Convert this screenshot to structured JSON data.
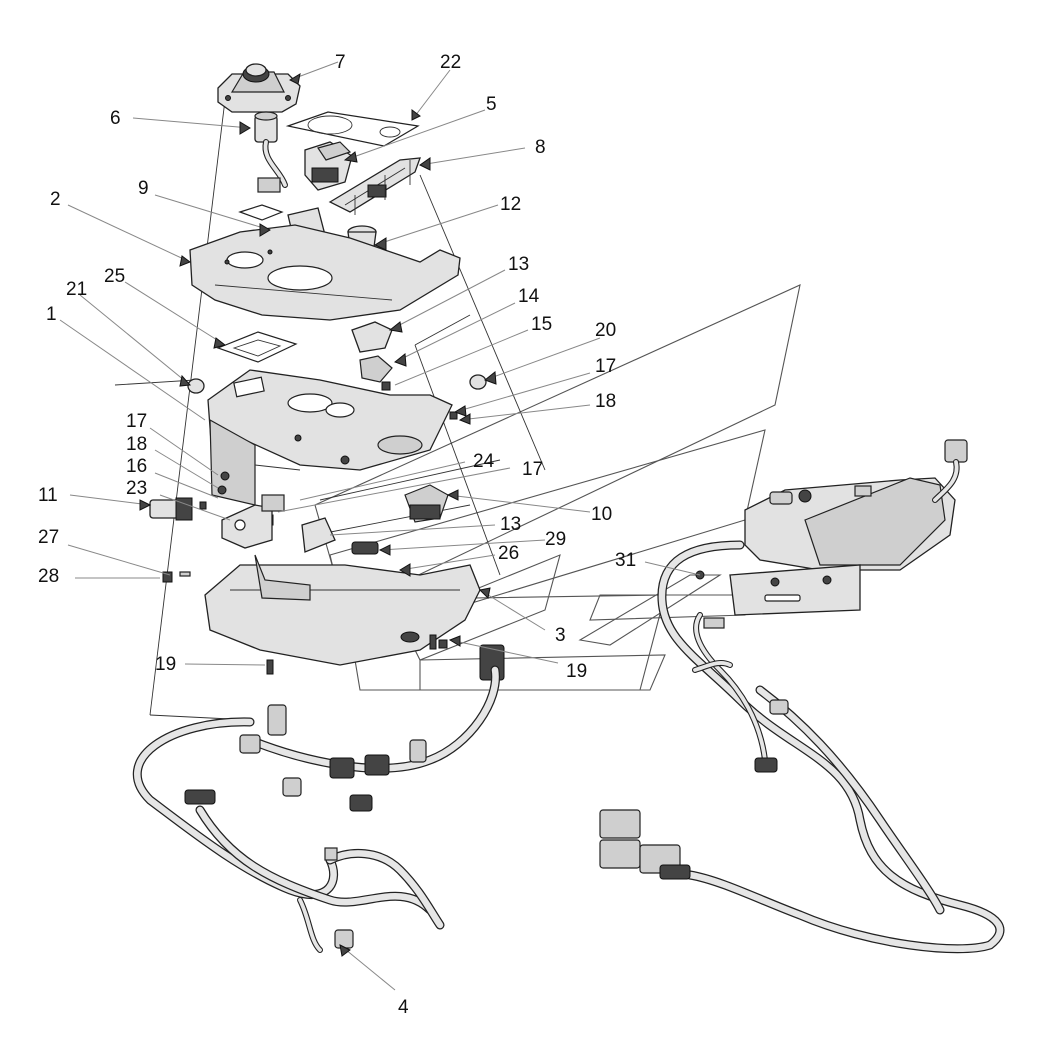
{
  "callouts": [
    {
      "id": "c7",
      "label": "7"
    },
    {
      "id": "c22",
      "label": "22"
    },
    {
      "id": "c6",
      "label": "6"
    },
    {
      "id": "c5",
      "label": "5"
    },
    {
      "id": "c8",
      "label": "8"
    },
    {
      "id": "c9",
      "label": "9"
    },
    {
      "id": "c2",
      "label": "2"
    },
    {
      "id": "c12",
      "label": "12"
    },
    {
      "id": "c13",
      "label": "13"
    },
    {
      "id": "c25",
      "label": "25"
    },
    {
      "id": "c21",
      "label": "21"
    },
    {
      "id": "c14",
      "label": "14"
    },
    {
      "id": "c1",
      "label": "1"
    },
    {
      "id": "c15",
      "label": "15"
    },
    {
      "id": "c20",
      "label": "20"
    },
    {
      "id": "c17a",
      "label": "17"
    },
    {
      "id": "c18a",
      "label": "18"
    },
    {
      "id": "c17b",
      "label": "17"
    },
    {
      "id": "c18b",
      "label": "18"
    },
    {
      "id": "c16",
      "label": "16"
    },
    {
      "id": "c24",
      "label": "24"
    },
    {
      "id": "c17c",
      "label": "17"
    },
    {
      "id": "c11",
      "label": "11"
    },
    {
      "id": "c23",
      "label": "23"
    },
    {
      "id": "c10",
      "label": "10"
    },
    {
      "id": "c13b",
      "label": "13"
    },
    {
      "id": "c27",
      "label": "27"
    },
    {
      "id": "c29",
      "label": "29"
    },
    {
      "id": "c26",
      "label": "26"
    },
    {
      "id": "c31",
      "label": "31"
    },
    {
      "id": "c28",
      "label": "28"
    },
    {
      "id": "c3",
      "label": "3"
    },
    {
      "id": "c19a",
      "label": "19"
    },
    {
      "id": "c19b",
      "label": "19"
    },
    {
      "id": "c4",
      "label": "4"
    }
  ]
}
